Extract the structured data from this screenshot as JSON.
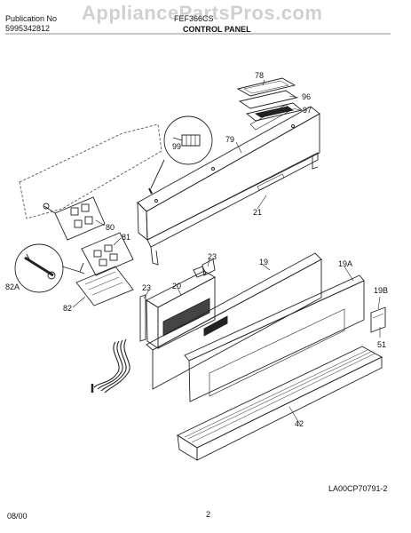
{
  "header": {
    "publication_label": "Publication No",
    "publication_number": "5995342812",
    "model": "FEF366CS",
    "section_title": "CONTROL PANEL"
  },
  "watermark": "AppliancePartsPros.com",
  "callouts": {
    "c78": "78",
    "c96": "96",
    "c97": "97",
    "c79": "79",
    "c99": "99",
    "c21": "21",
    "c80": "80",
    "c81": "81",
    "c82A": "82A",
    "c82": "82",
    "c23a": "23",
    "c23b": "23",
    "c20": "20",
    "c19": "19",
    "c19A": "19A",
    "c19B": "19B",
    "c51": "51",
    "c42": "42"
  },
  "diagram_code": "LA00CP70791-2",
  "footer": {
    "date": "08/00",
    "page": "2"
  }
}
